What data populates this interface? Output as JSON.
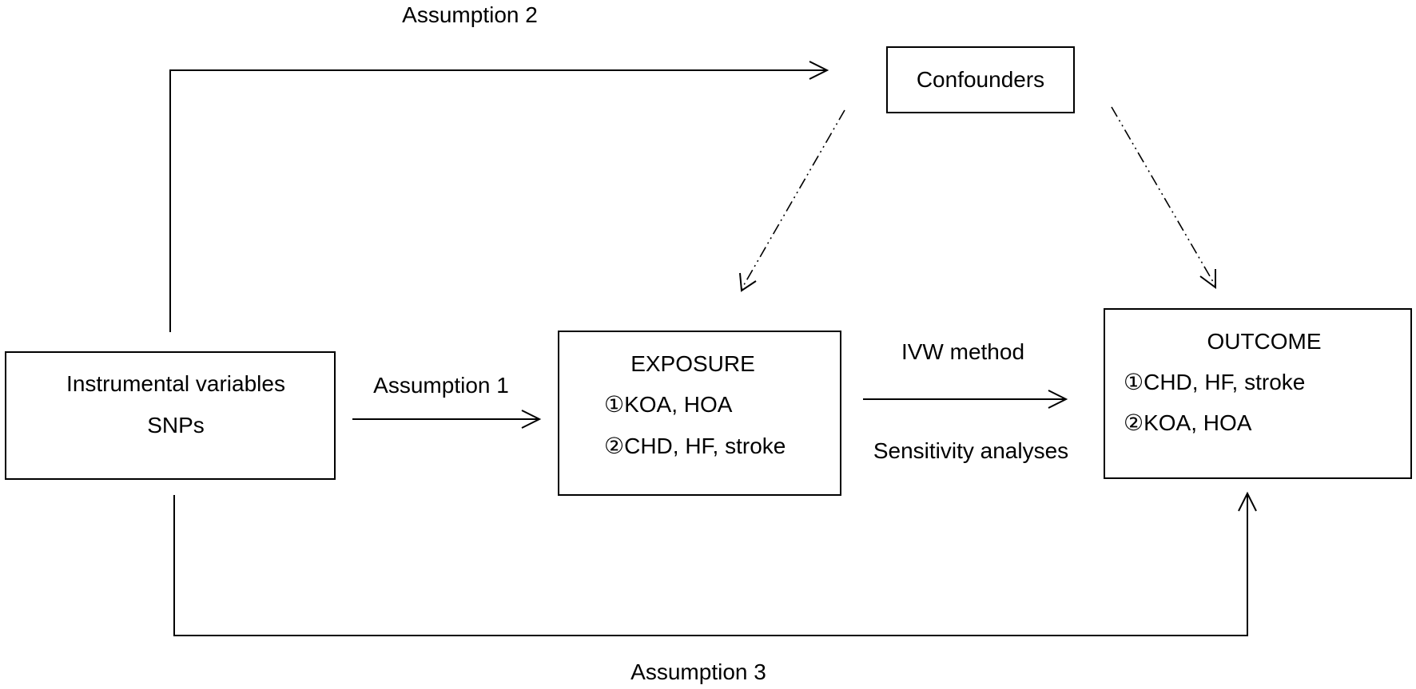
{
  "diagram": {
    "nodes": {
      "instruments": {
        "line1": "Instrumental variables",
        "line2": "SNPs"
      },
      "exposure": {
        "title": "EXPOSURE",
        "item1": "①KOA, HOA",
        "item2": "②CHD, HF, stroke"
      },
      "outcome": {
        "title": "OUTCOME",
        "item1": "①CHD, HF, stroke",
        "item2": "②KOA, HOA"
      },
      "confounders": {
        "label": "Confounders"
      }
    },
    "edges": {
      "assumption1": "Assumption 1",
      "assumption2": "Assumption 2",
      "assumption3": "Assumption 3",
      "method": "IVW method",
      "sensitivity": "Sensitivity analyses"
    }
  }
}
